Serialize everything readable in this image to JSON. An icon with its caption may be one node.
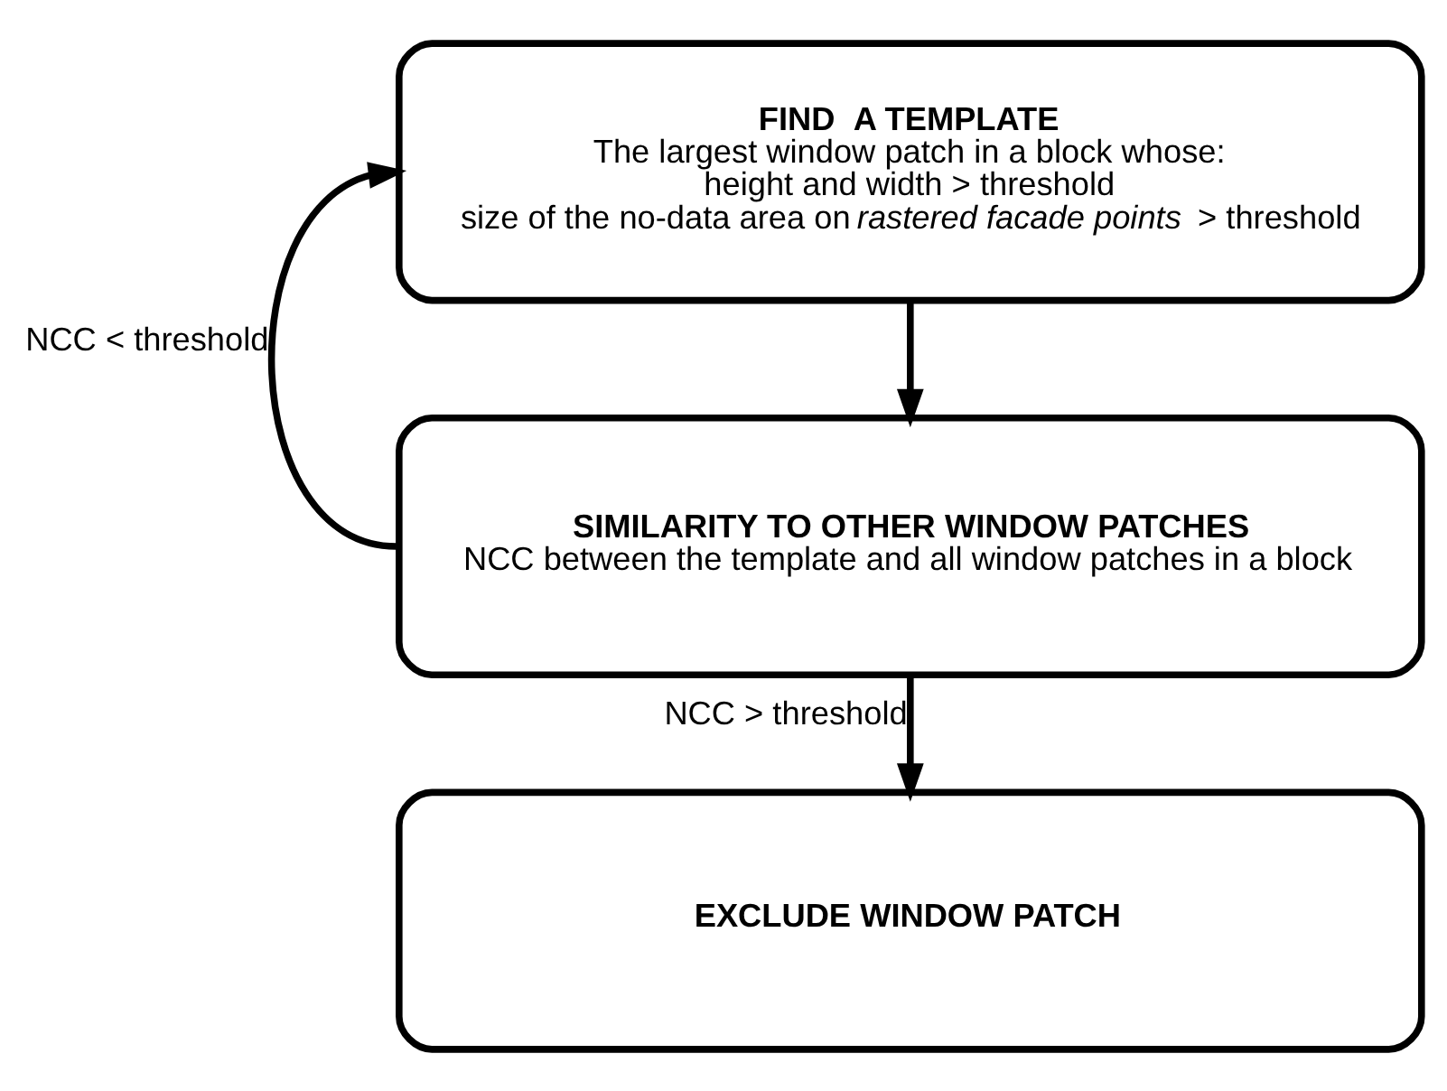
{
  "diagram": {
    "nodes": [
      {
        "text": [
          "FIND  A TEMPLATE",
          "The largest window patch in a block whose:",
          "height and width > threshold",
          "size of the no-data area on *rastered facade points* > threshold"
        ]
      },
      {
        "text": [
          "SIMILARITY TO OTHER WINDOW PATCHES",
          "NCC between the template and all window patches in a block"
        ]
      },
      {
        "text": [
          "EXCLUDE WINDOW PATCH"
        ]
      }
    ],
    "edges": [
      {
        "from": 0,
        "to": 1,
        "arrow": "to"
      },
      {
        "from": 1,
        "to": 0,
        "arrow": "to",
        "label": "NCC < threshold"
      },
      {
        "from": 1,
        "to": 2,
        "arrow": "to",
        "label": "NCC > threshold"
      }
    ]
  }
}
